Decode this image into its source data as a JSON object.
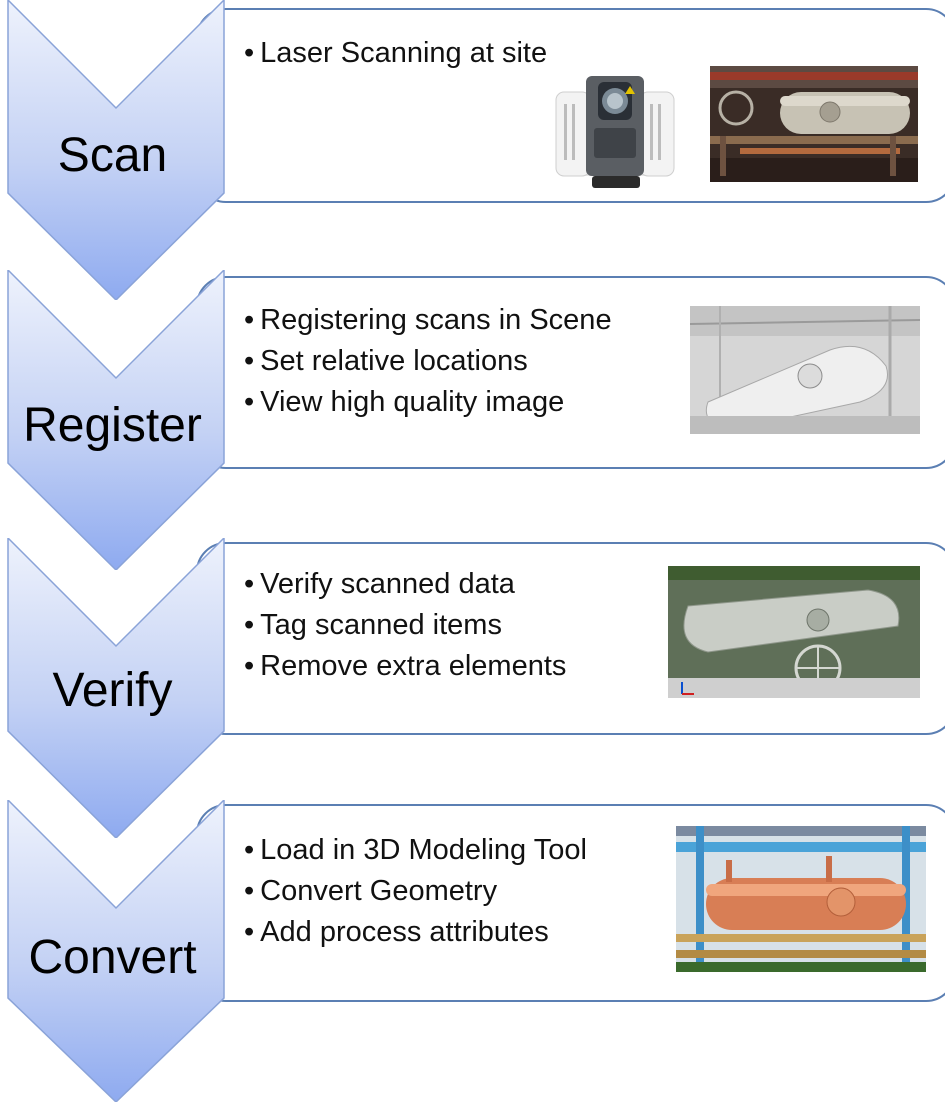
{
  "steps": [
    {
      "label": "Scan",
      "bullets": [
        "Laser Scanning at site"
      ],
      "images": [
        "laser-scanner-photo",
        "site-pipe-photo"
      ]
    },
    {
      "label": "Register",
      "bullets": [
        "Registering scans in Scene",
        "Set relative locations",
        "View high quality image"
      ],
      "images": [
        "registered-scan-image"
      ]
    },
    {
      "label": "Verify",
      "bullets": [
        "Verify scanned data",
        "Tag scanned items",
        "Remove extra elements"
      ],
      "images": [
        "point-cloud-image"
      ]
    },
    {
      "label": "Convert",
      "bullets": [
        "Load in 3D Modeling Tool",
        "Convert Geometry",
        "Add process attributes"
      ],
      "images": [
        "3d-model-image"
      ]
    }
  ],
  "colors": {
    "chevron_top": "#e6ecfa",
    "chevron_bottom": "#93aef0",
    "chevron_border": "#7f9bd6",
    "box_border": "#5b7fb3"
  }
}
